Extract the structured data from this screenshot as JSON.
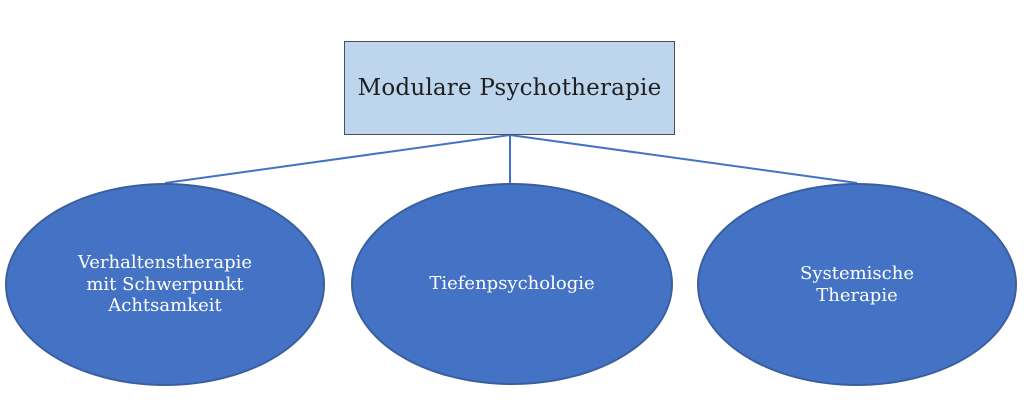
{
  "diagram": {
    "root": {
      "label": "Modulare Psychotherapie"
    },
    "children": [
      {
        "label": "Verhaltenstherapie\nmit Schwerpunkt\nAchtsamkeit"
      },
      {
        "label": "Tiefenpsychologie"
      },
      {
        "label": "Systemische\nTherapie"
      }
    ],
    "colors": {
      "root_fill": "#bdd6ee",
      "node_fill": "#4472c4",
      "connector": "#4472c4",
      "root_text": "#1f1f1f",
      "node_text": "#ffffff"
    }
  }
}
